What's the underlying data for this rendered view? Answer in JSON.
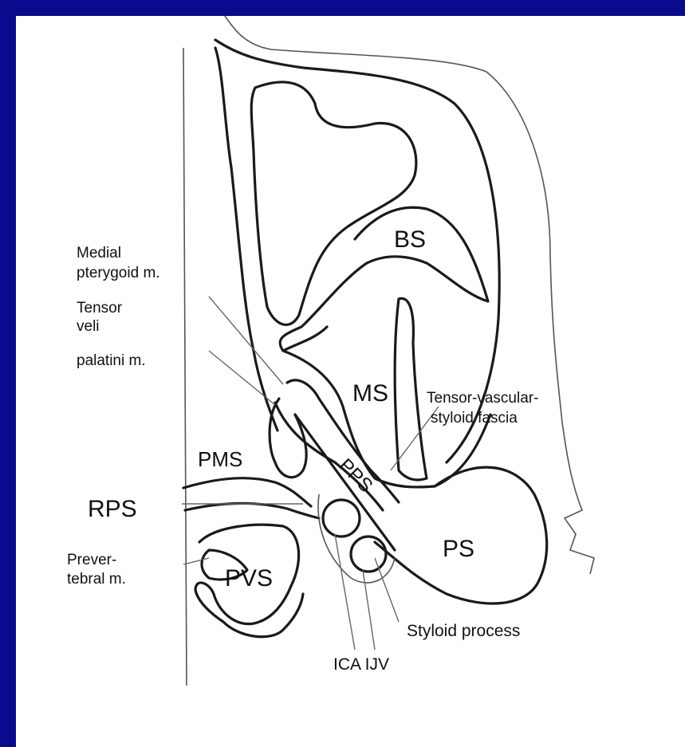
{
  "colors": {
    "frame": "#0a0a8c",
    "slide": "#ffffff",
    "ink": "#1a1a1a"
  },
  "labels": {
    "medial_pterygoid_1": "Medial",
    "medial_pterygoid_2": "pterygoid m.",
    "tensor_1": "Tensor",
    "tensor_2": "veli",
    "tensor_3": "palatini m.",
    "bs": "BS",
    "ms": "MS",
    "tvs_1": "Tensor-vascular-",
    "tvs_2": "styloid fascia",
    "pms": "PMS",
    "rps": "RPS",
    "pps": "PPS",
    "ps": "PS",
    "prevertebral_1": "Prever-",
    "prevertebral_2": "tebral m.",
    "pvs": "PVS",
    "styloid": "Styloid process",
    "ica_ijv": "ICA IJV"
  }
}
